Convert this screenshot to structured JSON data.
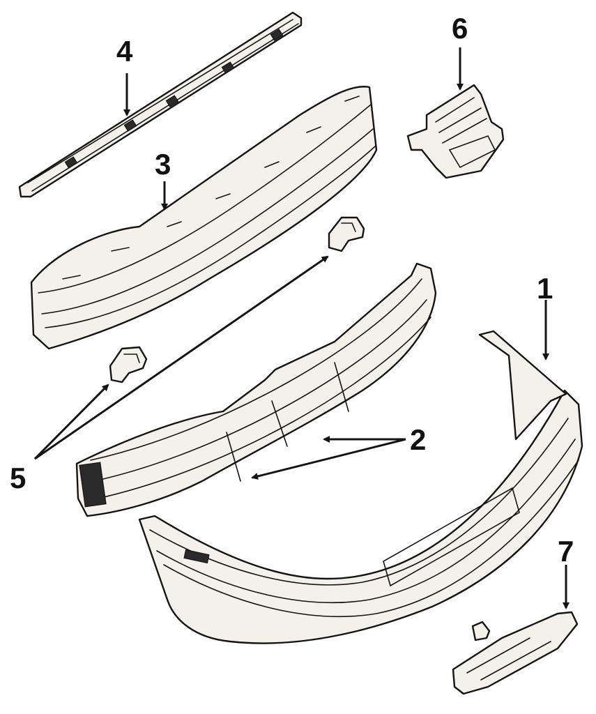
{
  "callouts": {
    "c1": "1",
    "c2": "2",
    "c3": "3",
    "c4": "4",
    "c5": "5",
    "c6": "6",
    "c7": "7"
  },
  "colors": {
    "ink": "#141414",
    "paper": "#ffffff",
    "part_fill": "#f4f1ea"
  }
}
